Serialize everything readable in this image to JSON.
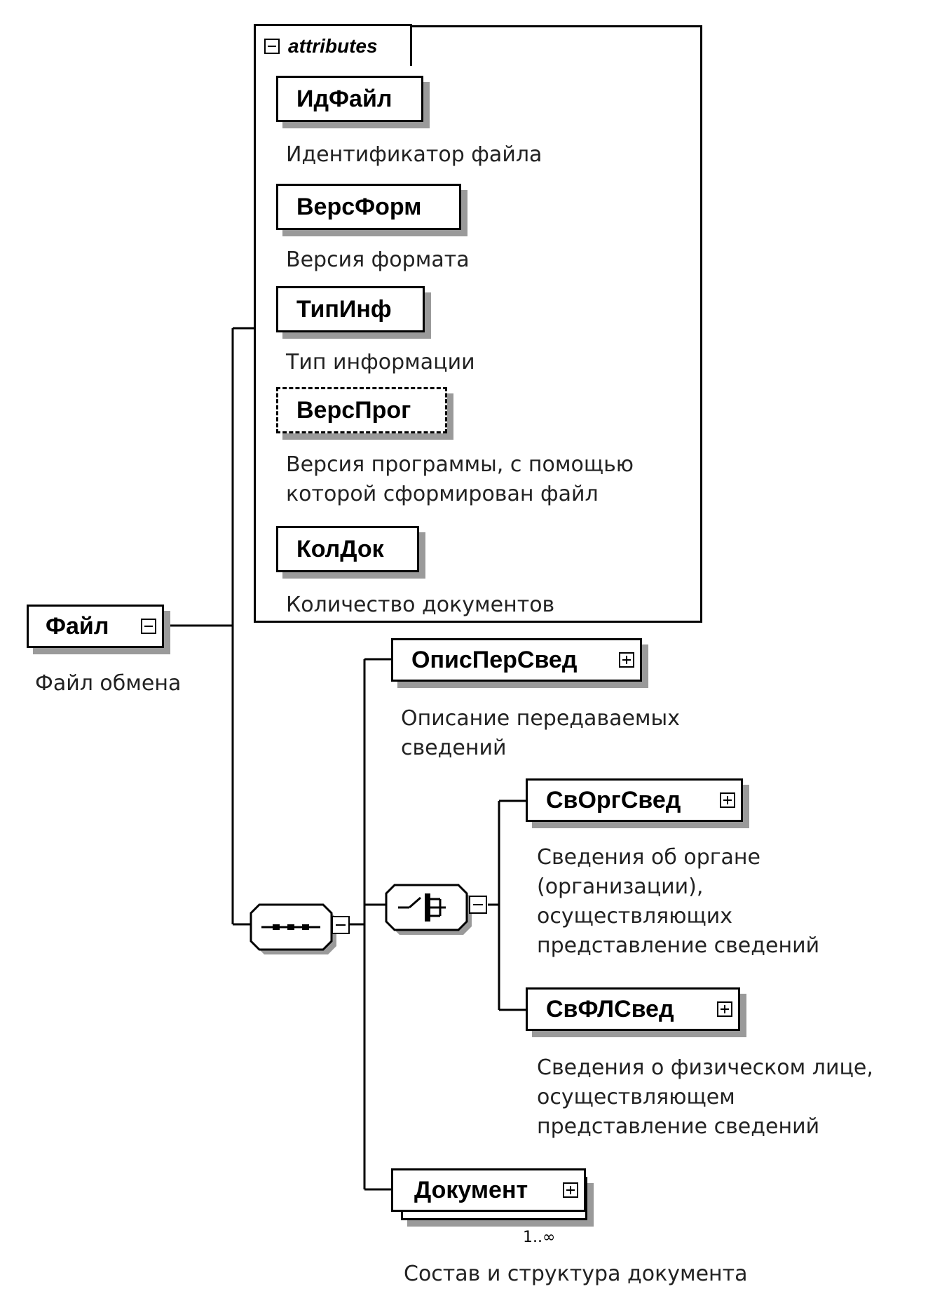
{
  "attributes_group": {
    "title": "attributes",
    "items": [
      {
        "name": "ИдФайл",
        "description": "Идентификатор файла",
        "optional": false
      },
      {
        "name": "ВерсФорм",
        "description": "Версия формата",
        "optional": false
      },
      {
        "name": "ТипИнф",
        "description": "Тип информации",
        "optional": false
      },
      {
        "name": "ВерсПрог",
        "description_lines": [
          "Версия программы, с помощью",
          "которой сформирован файл"
        ],
        "optional": true
      },
      {
        "name": "КолДок",
        "description": "Количество документов",
        "optional": false
      }
    ]
  },
  "root": {
    "name": "Файл",
    "description": "Файл обмена"
  },
  "elements": {
    "opis": {
      "name": "ОписПерСвед",
      "description_lines": [
        "Описание передаваемых",
        "сведений"
      ]
    },
    "svorg": {
      "name": "СвОргСвед",
      "description_lines": [
        "Сведения об органе",
        "(организации),",
        "осуществляющих",
        "представление сведений"
      ]
    },
    "svfl": {
      "name": "СвФЛСвед",
      "description_lines": [
        "Сведения о физическом лице,",
        "осуществляющем",
        "представление сведений"
      ]
    },
    "doc": {
      "name": "Документ",
      "cardinality": "1..∞",
      "description": "Состав и структура документа"
    }
  }
}
